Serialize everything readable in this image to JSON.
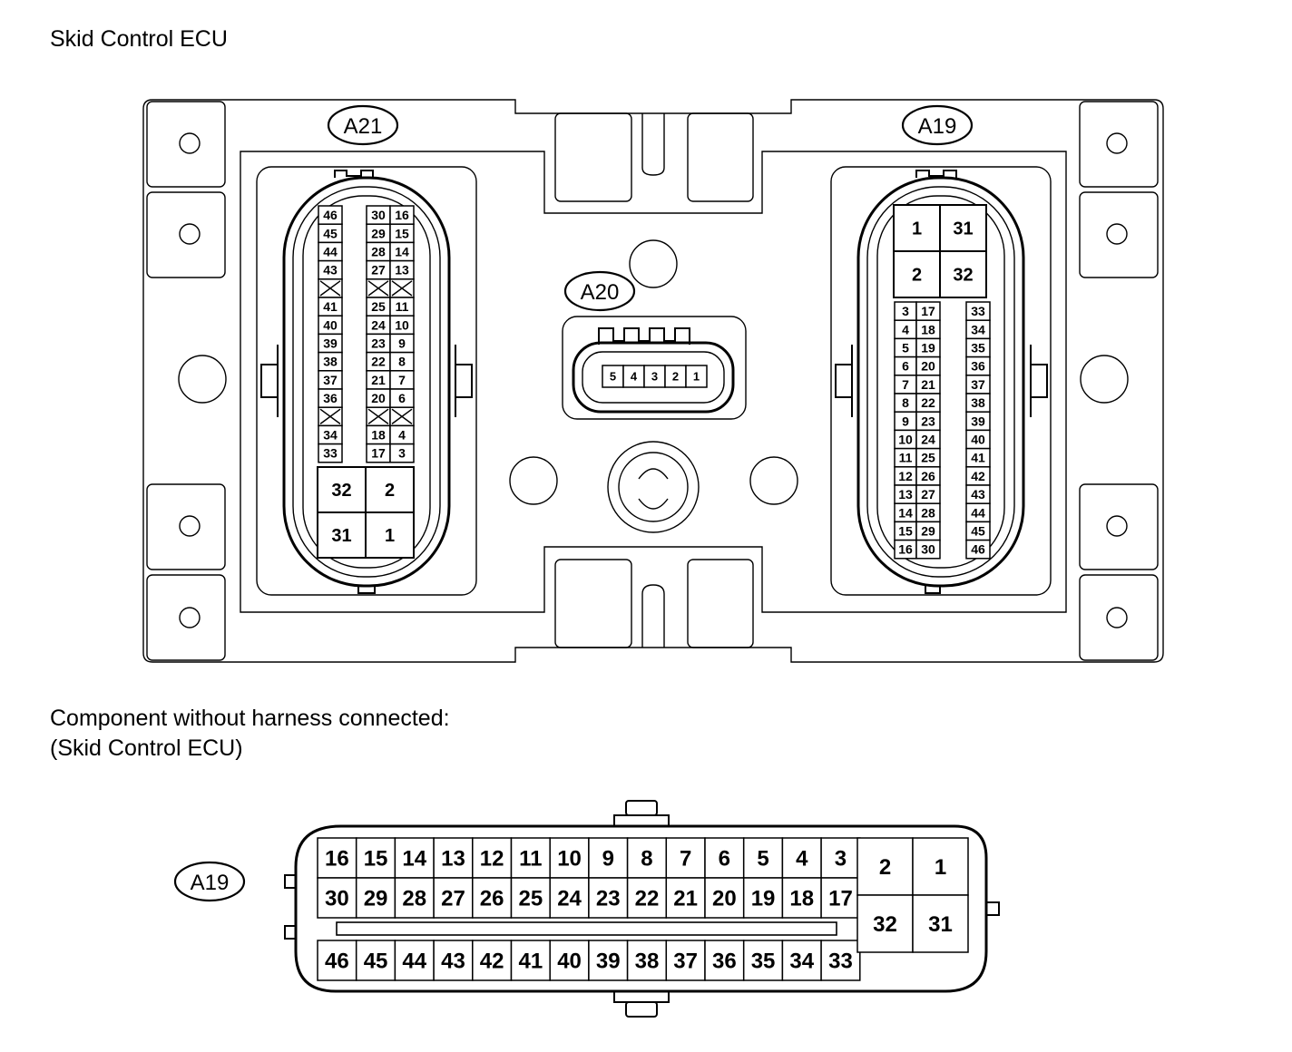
{
  "title": "Skid Control ECU",
  "note_line1": "Component without harness connected:",
  "note_line2": "(Skid Control ECU)",
  "connectors": {
    "a21": {
      "label": "A21",
      "pins_left": [
        "46",
        "45",
        "44",
        "43",
        "",
        "41",
        "40",
        "39",
        "38",
        "37",
        "36",
        "",
        "34",
        "33"
      ],
      "pins_mid": [
        "30",
        "29",
        "28",
        "27",
        "",
        "25",
        "24",
        "23",
        "22",
        "21",
        "20",
        "",
        "18",
        "17"
      ],
      "pins_right": [
        "16",
        "15",
        "14",
        "13",
        "",
        "11",
        "10",
        "9",
        "8",
        "7",
        "6",
        "",
        "4",
        "3"
      ],
      "big_pins": [
        "32",
        "2",
        "31",
        "1"
      ]
    },
    "a20": {
      "label": "A20",
      "pins": [
        "5",
        "4",
        "3",
        "2",
        "1"
      ]
    },
    "a19": {
      "label": "A19",
      "big_pins": [
        "1",
        "31",
        "2",
        "32"
      ],
      "pins_left": [
        "3",
        "4",
        "5",
        "6",
        "7",
        "8",
        "9",
        "10",
        "11",
        "12",
        "13",
        "14",
        "15",
        "16"
      ],
      "pins_mid": [
        "17",
        "18",
        "19",
        "20",
        "21",
        "22",
        "23",
        "24",
        "25",
        "26",
        "27",
        "28",
        "29",
        "30"
      ],
      "pins_right": [
        "33",
        "34",
        "35",
        "36",
        "37",
        "38",
        "39",
        "40",
        "41",
        "42",
        "43",
        "44",
        "45",
        "46"
      ]
    },
    "a19_front": {
      "label": "A19",
      "row1": [
        "16",
        "15",
        "14",
        "13",
        "12",
        "11",
        "10",
        "9",
        "8",
        "7",
        "6",
        "5",
        "4",
        "3"
      ],
      "row2": [
        "30",
        "29",
        "28",
        "27",
        "26",
        "25",
        "24",
        "23",
        "22",
        "21",
        "20",
        "19",
        "18",
        "17"
      ],
      "row3": [
        "46",
        "45",
        "44",
        "43",
        "42",
        "41",
        "40",
        "39",
        "38",
        "37",
        "36",
        "35",
        "34",
        "33"
      ],
      "big_pins": [
        "2",
        "1",
        "32",
        "31"
      ]
    }
  }
}
